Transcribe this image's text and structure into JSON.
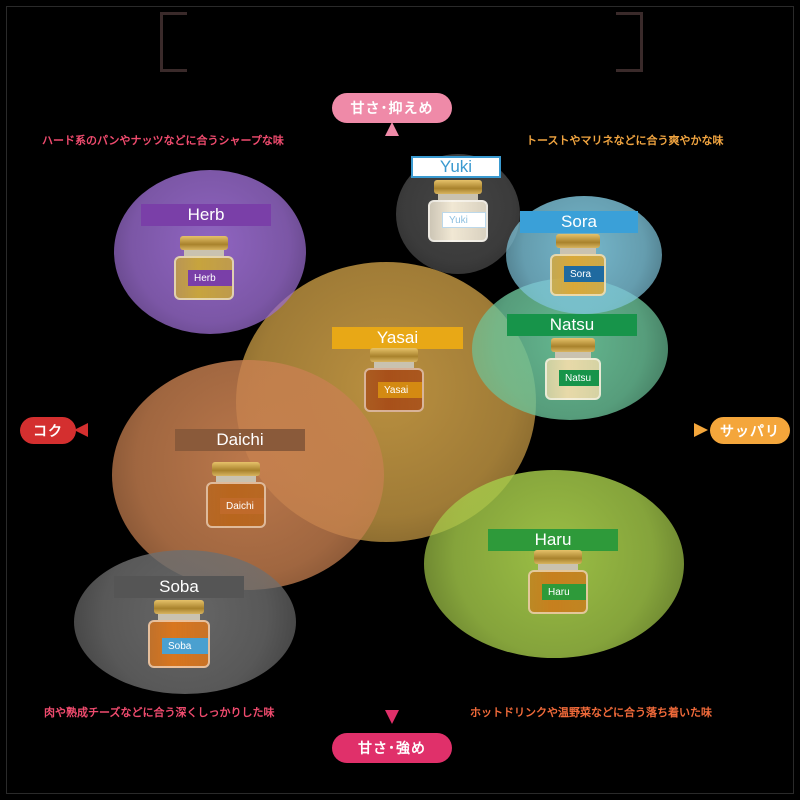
{
  "axes": {
    "top": "甘さ･抑えめ",
    "bottom": "甘さ･強め",
    "left": "コク",
    "right": "サッパリ"
  },
  "corners": {
    "top_left": "ハード系のパンやナッツなどに合うシャープな味",
    "top_right": "トーストやマリネなどに合う爽やかな味",
    "bottom_left": "肉や熟成チーズなどに合う深くしっかりした味",
    "bottom_right": "ホットドリンクや温野菜などに合う落ち着いた味"
  },
  "colors": {
    "top_axis": "#ef8aa8",
    "bottom_axis": "#e0306a",
    "left_axis": "#d42f2f",
    "right_axis": "#f4a63b",
    "top_left_text": "#ef4b6e",
    "top_right_text": "#f0a440",
    "bottom_left_text": "#ef4b6e",
    "bottom_right_text": "#f06a3a"
  },
  "products": [
    {
      "key": "herb",
      "name": "Herb",
      "tag": "Herb",
      "bar_color": "#7a3fa8",
      "tag_color": "#7a3fa8",
      "blob_color": "#9a6ccf",
      "honey": "#c7a43d"
    },
    {
      "key": "yuki",
      "name": "Yuki",
      "tag": "Yuki",
      "bar_color": "#ffffff",
      "tag_color": "#ffffff",
      "blob_color": "#4a4a4a",
      "honey": "#f1e8d4"
    },
    {
      "key": "sora",
      "name": "Sora",
      "tag": "Sora",
      "bar_color": "#3aa0d8",
      "tag_color": "#1f6aa0",
      "blob_color": "#7ec4da",
      "honey": "#d9a838"
    },
    {
      "key": "natsu",
      "name": "Natsu",
      "tag": "Natsu",
      "bar_color": "#17944a",
      "tag_color": "#17944a",
      "blob_color": "#6cc49a",
      "honey": "#e8d9a8"
    },
    {
      "key": "yasai",
      "name": "Yasai",
      "tag": "Yasai",
      "bar_color": "#e8a816",
      "tag_color": "#d48a12",
      "blob_color": "#c79a44",
      "honey": "#a8501a"
    },
    {
      "key": "daichi",
      "name": "Daichi",
      "tag": "Daichi",
      "bar_color": "#8a5a3a",
      "tag_color": "#c06a2a",
      "blob_color": "#c88050",
      "honey": "#b8661e"
    },
    {
      "key": "haru",
      "name": "Haru",
      "tag": "Haru",
      "bar_color": "#2e9a3a",
      "tag_color": "#2e9a3a",
      "blob_color": "#a6cc4a",
      "honey": "#c77f1e"
    },
    {
      "key": "soba",
      "name": "Soba",
      "tag": "Soba",
      "bar_color": "#555555",
      "tag_color": "#4aa0d0",
      "blob_color": "#6e6e6e",
      "honey": "#d9761e"
    }
  ]
}
